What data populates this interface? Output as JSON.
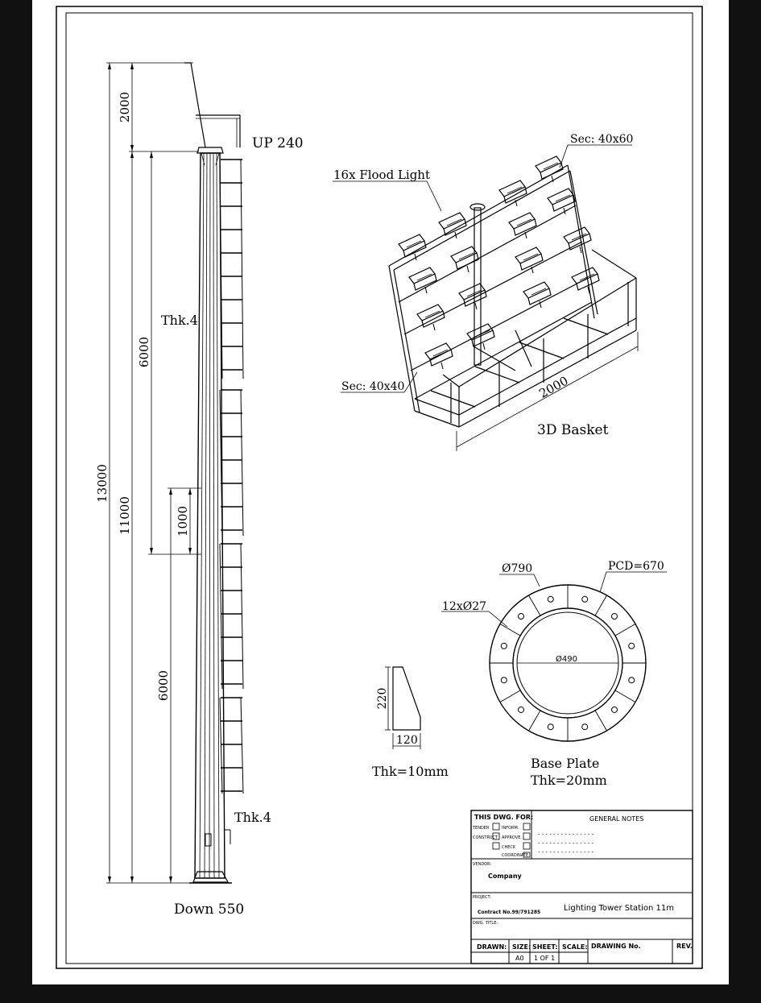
{
  "tower": {
    "top_label": "UP 240",
    "bottom_label": "Down 550",
    "thickness_upper": "Thk.4",
    "thickness_lower": "Thk.4",
    "dims": {
      "total": "13000",
      "top": "2000",
      "upper_section": "6000",
      "shaft": "11000",
      "overlap": "1000",
      "lower_section": "6000"
    }
  },
  "basket": {
    "title": "3D Basket",
    "flood_light": "16x Flood Light",
    "sec_top": "Sec: 40x60",
    "sec_side": "Sec: 40x40",
    "width": "2000"
  },
  "base_plate": {
    "title": "Base Plate",
    "thickness": "Thk=20mm",
    "outer": "Ø790",
    "pcd": "PCD=670",
    "holes": "12xØ27",
    "inner": "Ø490"
  },
  "gusset": {
    "height": "220",
    "width": "120",
    "thickness": "Thk=10mm"
  },
  "title_block": {
    "for_label": "THIS DWG. FOR:",
    "general_notes": "GENERAL NOTES",
    "tender": "TENDER",
    "inform": "INFORM.",
    "construct": "CONSTRUCT",
    "approve": "APPROVE.",
    "check": "CHECK",
    "coordinate": "COORDINATE",
    "dashes": "- - - - - - - - - - - - - - -",
    "vendor_label": "VENDOR:",
    "vendor": "Company",
    "project_label": "PROJECT:",
    "contract": "Contract No.99/791285",
    "project": "Lighting Tower Station 11m",
    "dwg_title_label": "DWG. TITLE:",
    "drawn": "DRAWN:",
    "size": "SIZE:",
    "size_val": "A0",
    "sheet": "SHEET:",
    "sheet_val": "1 OF 1",
    "scale": "SCALE:",
    "drawing_no": "DRAWING No.",
    "rev": "REV."
  }
}
